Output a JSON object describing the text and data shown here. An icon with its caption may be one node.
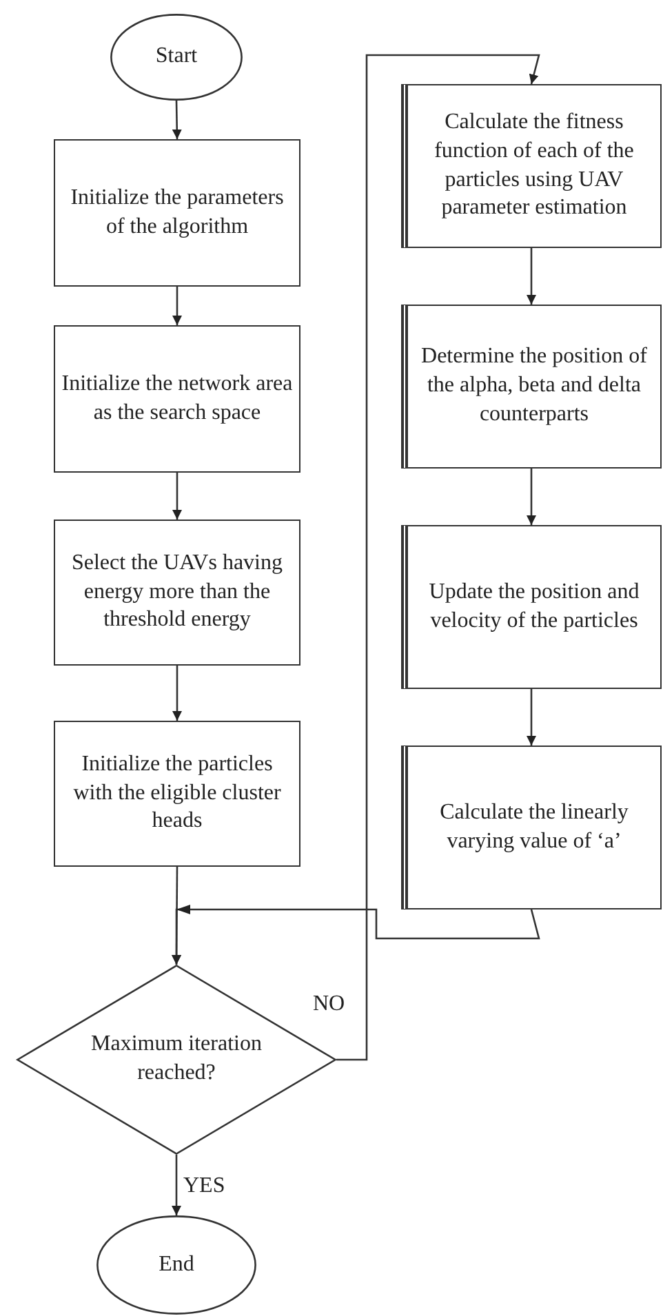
{
  "diagram": {
    "nodes": [
      {
        "text": [
          "Start"
        ]
      },
      {
        "text": [
          "Initialize the parameters of the algorithm"
        ]
      },
      {
        "text": [
          "Initialize the network area as the search space"
        ]
      },
      {
        "text": [
          "Select the UAVs having energy more than the threshold energy"
        ]
      },
      {
        "text": [
          "Initialize the particles with the eligible cluster heads"
        ]
      },
      {
        "text": [
          "Maximum iteration reached?"
        ]
      },
      {
        "text": [
          "End"
        ]
      },
      {
        "text": [
          "Calculate the fitness function of each of the particles using UAV parameter estimation"
        ]
      },
      {
        "text": [
          "Determine the position of the alpha, beta and delta counterparts"
        ]
      },
      {
        "text": [
          "Update the position and velocity of the particles"
        ]
      },
      {
        "text": [
          "Calculate the linearly varying value of ‘a’"
        ]
      }
    ],
    "edges": [
      {
        "from": 0,
        "to": 1,
        "arrow": "to"
      },
      {
        "from": 1,
        "to": 2,
        "arrow": "to"
      },
      {
        "from": 2,
        "to": 3,
        "arrow": "to"
      },
      {
        "from": 3,
        "to": 4,
        "arrow": "to"
      },
      {
        "from": 4,
        "to": 5,
        "arrow": "to"
      },
      {
        "from": 5,
        "to": 6,
        "arrow": "to",
        "label": "YES"
      },
      {
        "from": 5,
        "to": 7,
        "arrow": "to",
        "label": "NO"
      },
      {
        "from": 7,
        "to": 8,
        "arrow": "to"
      },
      {
        "from": 8,
        "to": 9,
        "arrow": "to"
      },
      {
        "from": 9,
        "to": 10,
        "arrow": "to"
      },
      {
        "from": 10,
        "to": 5,
        "arrow": "to"
      }
    ]
  }
}
